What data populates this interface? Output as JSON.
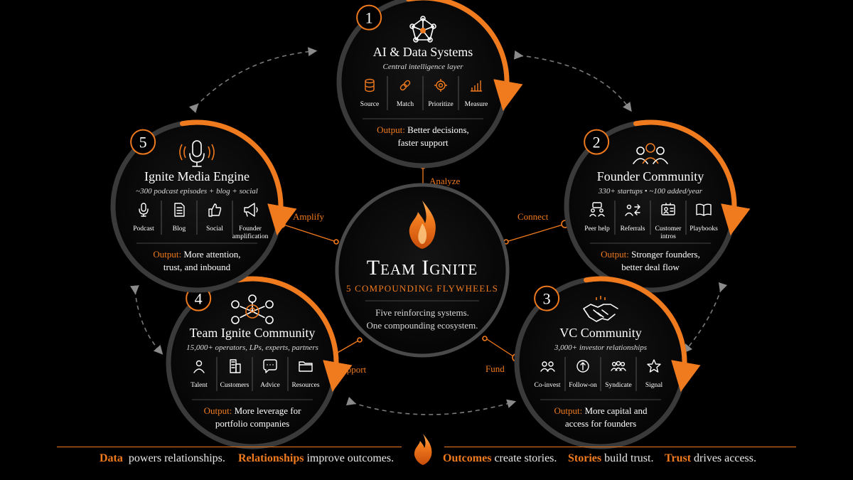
{
  "center": {
    "title": "Team Ignite",
    "subtitle": "5 Compounding Flywheels",
    "line1": "Five reinforcing systems.",
    "line2": "One compounding ecosystem."
  },
  "connectors": {
    "analyze": "Analyze",
    "connect": "Connect",
    "fund": "Fund",
    "support": "Support",
    "amplify": "Amplify"
  },
  "wheels": [
    {
      "number": "1",
      "title": "AI & Data Systems",
      "subtitle": "Central intelligence layer",
      "icon": "network-icon",
      "items": [
        {
          "label": "Source",
          "icon": "database-icon"
        },
        {
          "label": "Match",
          "icon": "link-icon"
        },
        {
          "label": "Prioritize",
          "icon": "target-icon"
        },
        {
          "label": "Measure",
          "icon": "bar-chart-icon"
        }
      ],
      "output_label": "Output:",
      "output_line1": "Better decisions,",
      "output_line2": "faster support"
    },
    {
      "number": "2",
      "title": "Founder Community",
      "subtitle": "330+ startups • ~100 added/year",
      "icon": "people-group-icon",
      "items": [
        {
          "label": "Peer help",
          "icon": "chat-people-icon"
        },
        {
          "label": "Referrals",
          "icon": "referral-icon"
        },
        {
          "label": "Customer",
          "label2": "intros",
          "icon": "id-card-icon"
        },
        {
          "label": "Playbooks",
          "icon": "book-icon"
        }
      ],
      "output_label": "Output:",
      "output_line1": "Stronger founders,",
      "output_line2": "better deal flow"
    },
    {
      "number": "3",
      "title": "VC Community",
      "subtitle": "3,000+ investor relationships",
      "icon": "handshake-icon",
      "items": [
        {
          "label": "Co-invest",
          "icon": "two-people-icon"
        },
        {
          "label": "Follow-on",
          "icon": "arrow-up-circle-icon"
        },
        {
          "label": "Syndicate",
          "icon": "group-icon"
        },
        {
          "label": "Signal",
          "icon": "star-icon"
        }
      ],
      "output_label": "Output:",
      "output_line1": "More capital and",
      "output_line2": "access for founders"
    },
    {
      "number": "4",
      "title": "Team Ignite Community",
      "subtitle": "15,000+ operators, LPs, experts, partners",
      "icon": "hub-people-icon",
      "items": [
        {
          "label": "Talent",
          "icon": "person-icon"
        },
        {
          "label": "Customers",
          "icon": "building-icon"
        },
        {
          "label": "Advice",
          "icon": "speech-bubble-icon"
        },
        {
          "label": "Resources",
          "icon": "folder-icon"
        }
      ],
      "output_label": "Output:",
      "output_line1": "More leverage for",
      "output_line2": "portfolio companies"
    },
    {
      "number": "5",
      "title": "Ignite Media Engine",
      "subtitle": "~300 podcast episodes + blog + social",
      "icon": "microphone-icon",
      "items": [
        {
          "label": "Podcast",
          "icon": "mic-small-icon"
        },
        {
          "label": "Blog",
          "icon": "document-icon"
        },
        {
          "label": "Social",
          "icon": "thumbs-up-icon"
        },
        {
          "label": "Founder",
          "label2": "amplification",
          "icon": "megaphone-icon"
        }
      ],
      "output_label": "Output:",
      "output_line1": "More attention,",
      "output_line2": "trust, and inbound"
    }
  ],
  "footer": {
    "p1_bold": "Data",
    "p1_rest": "powers relationships.",
    "p2_bold": "Relationships",
    "p2_rest": "improve outcomes.",
    "p3_bold": "Outcomes",
    "p3_rest": "create stories.",
    "p4_bold": "Stories",
    "p4_rest": "build trust.",
    "p5_bold": "Trust",
    "p5_rest": "drives access."
  },
  "colors": {
    "accent": "#f07a1e",
    "ring": "#3a3a3a",
    "background": "#000000"
  }
}
